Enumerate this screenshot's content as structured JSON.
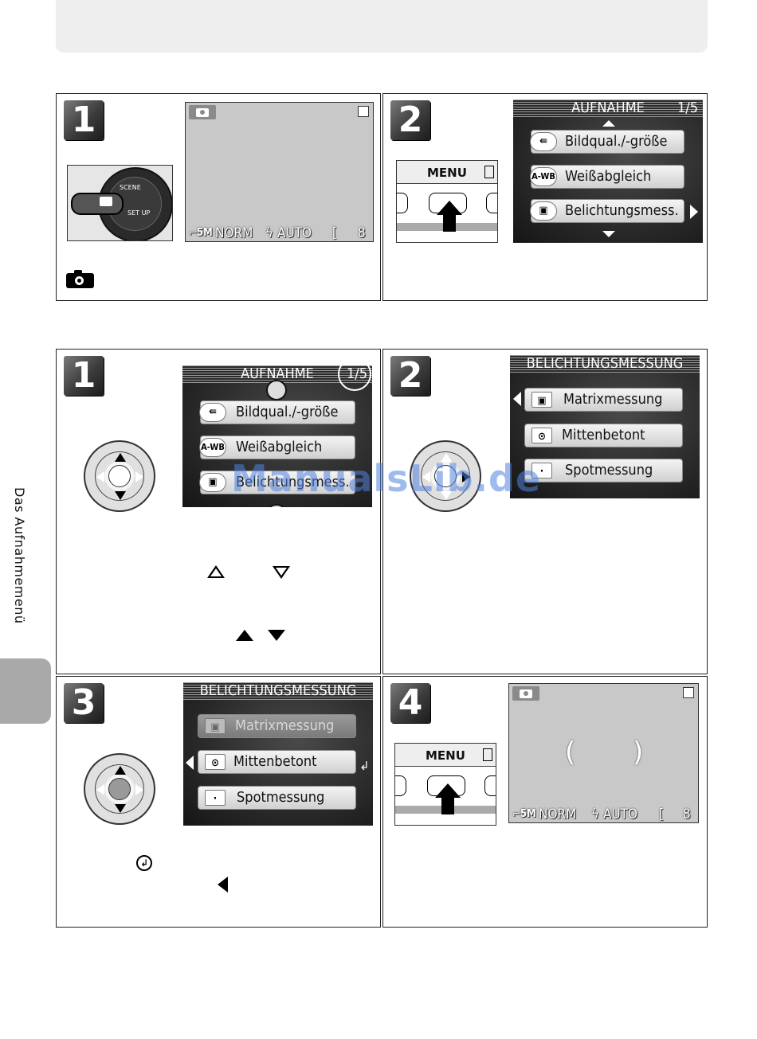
{
  "side_label": "Das Aufnahmemenü",
  "watermark": "ManualsLib.de",
  "top_section": {
    "step1": {
      "num": "1",
      "status": {
        "res": "5M",
        "quality": "NORM",
        "flash": "AUTO",
        "frames": "8"
      }
    },
    "step2": {
      "num": "2",
      "button_label": "MENU",
      "menu": {
        "title": "AUFNAHME",
        "page": "1/5",
        "items": [
          {
            "icon": "⇚",
            "label": "Bildqual./-größe"
          },
          {
            "icon": "A-WB",
            "label": "Weißabgleich"
          },
          {
            "icon": "▣",
            "label": "Belichtungsmess."
          }
        ]
      }
    }
  },
  "bottom_section": {
    "step1": {
      "num": "1",
      "menu": {
        "title": "AUFNAHME",
        "page": "1/5",
        "items": [
          {
            "icon": "⇚",
            "label": "Bildqual./-größe"
          },
          {
            "icon": "A-WB",
            "label": "Weißabgleich"
          },
          {
            "icon": "▣",
            "label": "Belichtungsmess."
          }
        ]
      }
    },
    "step2": {
      "num": "2",
      "menu": {
        "title": "BELICHTUNGSMESSUNG",
        "items": [
          {
            "icon": "▣",
            "label": "Matrixmessung"
          },
          {
            "icon": "⊙",
            "label": "Mittenbetont"
          },
          {
            "icon": "·",
            "label": "Spotmessung"
          }
        ]
      }
    },
    "step3": {
      "num": "3",
      "menu": {
        "title": "BELICHTUNGSMESSUNG",
        "items": [
          {
            "icon": "▣",
            "label": "Matrixmessung"
          },
          {
            "icon": "⊙",
            "label": "Mittenbetont"
          },
          {
            "icon": "·",
            "label": "Spotmessung"
          }
        ]
      }
    },
    "step4": {
      "num": "4",
      "button_label": "MENU",
      "status": {
        "res": "5M",
        "quality": "NORM",
        "flash": "AUTO",
        "frames": "8"
      }
    }
  }
}
